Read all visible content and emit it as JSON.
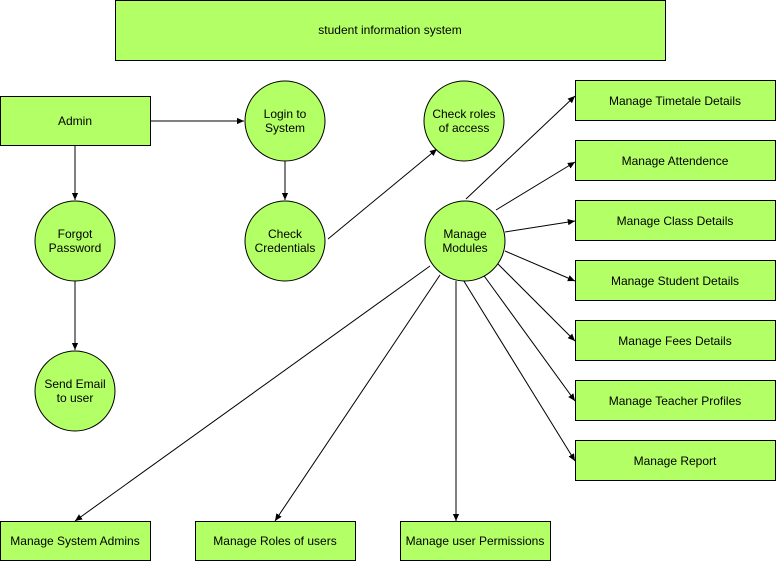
{
  "title": "student information system",
  "nodes": {
    "admin": [
      "Admin"
    ],
    "login": [
      "Login to",
      "System"
    ],
    "check_roles": [
      "Check roles",
      "of access"
    ],
    "forgot": [
      "Forgot",
      "Password"
    ],
    "check_cred": [
      "Check",
      "Credentials"
    ],
    "manage_modules": [
      "Manage",
      "Modules"
    ],
    "send_email": [
      "Send Email",
      "to user"
    ],
    "timetable": [
      "Manage Timetale Details"
    ],
    "attendance": [
      "Manage Attendence"
    ],
    "class": [
      "Manage Class Details"
    ],
    "student": [
      "Manage Student Details"
    ],
    "fees": [
      "Manage Fees Details"
    ],
    "teacher": [
      "Manage Teacher Profiles"
    ],
    "report": [
      "Manage Report"
    ],
    "sys_admins": [
      "Manage System Admins"
    ],
    "roles_users": [
      "Manage Roles of users"
    ],
    "user_perm": [
      "Manage user Permissions"
    ]
  },
  "colors": {
    "fill": "#b3ff66",
    "stroke": "#000000"
  }
}
